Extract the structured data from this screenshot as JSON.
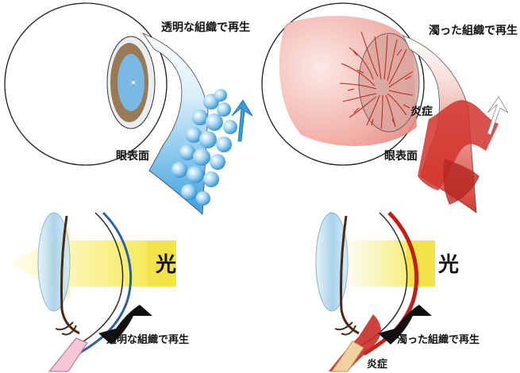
{
  "diagram": {
    "top_left": {
      "label_regen": "透明な組織で再生",
      "label_surface": "眼表面"
    },
    "top_right": {
      "label_regen": "濁った組織で再生",
      "label_inflammation": "炎症",
      "label_surface": "眼表面"
    },
    "bottom_left": {
      "label_light": "光",
      "label_regen": "透明な組織で再生"
    },
    "bottom_right": {
      "label_light": "光",
      "label_regen": "濁った組織で再生",
      "label_inflammation": "炎症"
    }
  },
  "colors": {
    "clear_tissue": "#4aa8e0",
    "cloudy_tissue": "#c8302a",
    "iris": "#9a7a55",
    "light_beam": "#f2e34a",
    "outline": "#222222"
  }
}
